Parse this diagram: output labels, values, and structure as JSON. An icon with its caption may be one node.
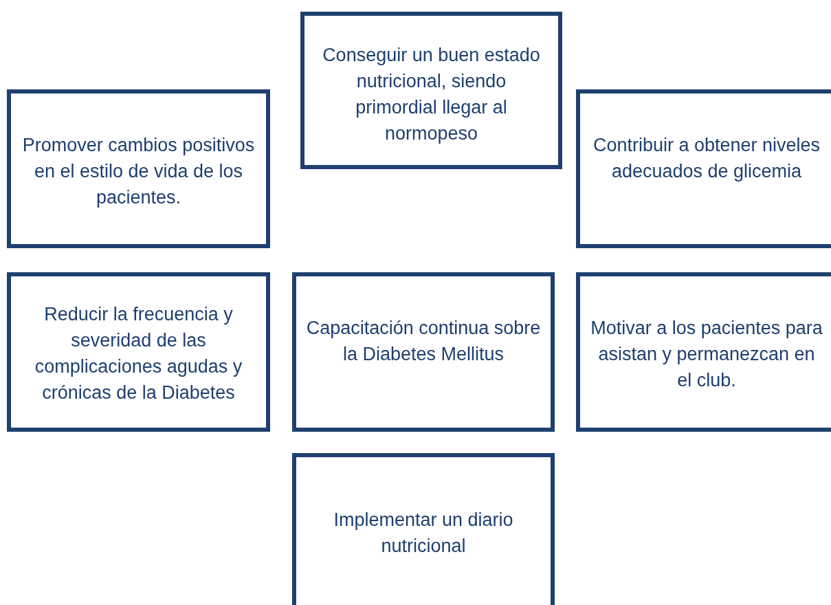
{
  "diagram": {
    "nodes": [
      {
        "text": [
          "Conseguir un buen estado nutricional, siendo primordial llegar al normopeso"
        ]
      },
      {
        "text": [
          "Promover cambios positivos en el estilo de vida de los pacientes."
        ]
      },
      {
        "text": [
          "Contribuir a obtener niveles adecuados de glicemia"
        ]
      },
      {
        "text": [
          "Reducir la frecuencia y severidad de las complicaciones agudas y crónicas de la Diabetes"
        ]
      },
      {
        "text": [
          "Capacitación continua sobre la Diabetes Mellitus"
        ]
      },
      {
        "text": [
          "Motivar a los pacientes para asistan y permanezcan en el club."
        ]
      },
      {
        "text": [
          "Implementar un diario nutricional"
        ]
      }
    ]
  }
}
